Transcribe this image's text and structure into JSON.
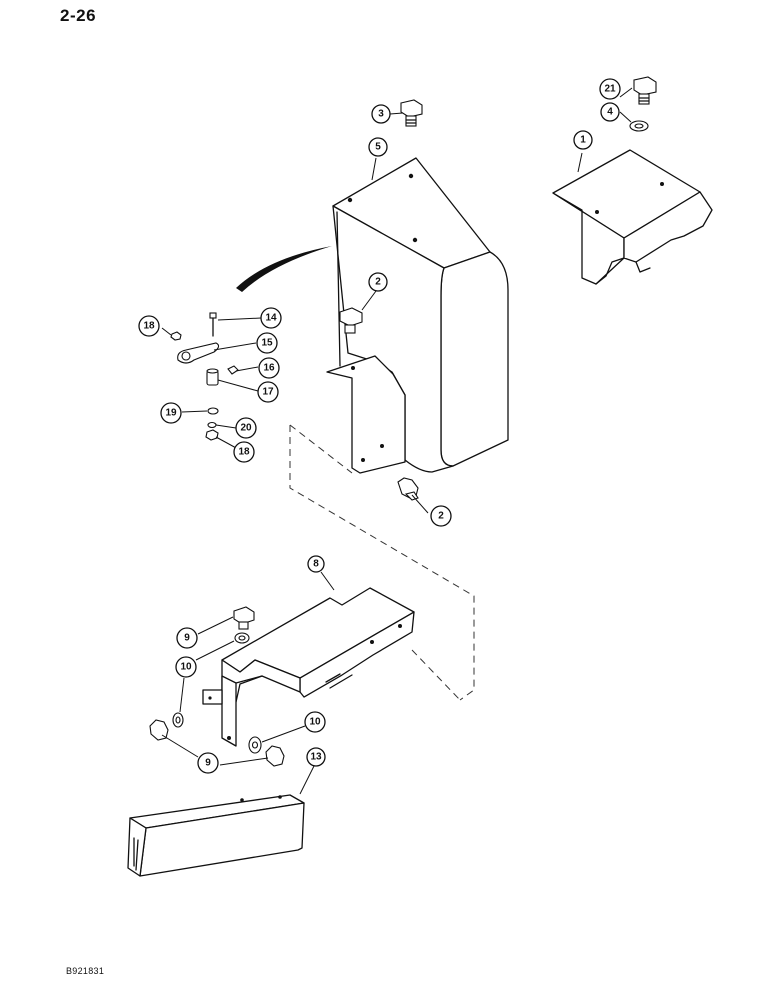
{
  "page_number": "2-26",
  "figure_code": "B921831",
  "callouts": [
    "1",
    "2",
    "2",
    "3",
    "4",
    "5",
    "8",
    "9",
    "9",
    "10",
    "10",
    "13",
    "14",
    "15",
    "16",
    "17",
    "18",
    "18",
    "19",
    "20",
    "21"
  ]
}
